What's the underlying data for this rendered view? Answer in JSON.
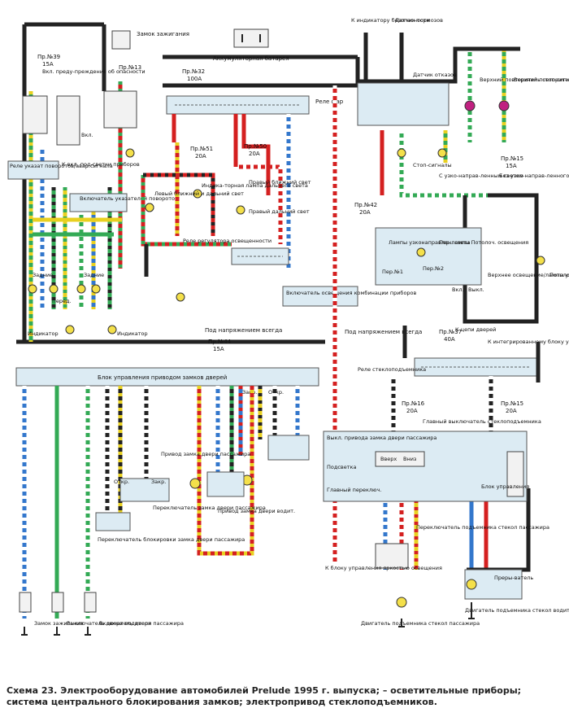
{
  "labels": {
    "ignition": "Замок зажигания",
    "battery": "Аккумуляторная батарея",
    "fuse39": "Пр.№39",
    "fuse39a": "15А",
    "hazard": "Вкл. преду-преждения об опасности",
    "fuse13": "Пр.№13",
    "fuse32": "Пр.№32",
    "fuse32a": "100А",
    "headlight_relay": "Реле фар",
    "to_sensor": "К индикатору безопасности",
    "brake_sensor": "Датчик тормозов",
    "fail_sensor": "Датчик отказов",
    "stop_lights": "Стоп-сигналы",
    "upper_stop1": "Верхний повторитель стоп-сигнала",
    "upper_stop2": "Верхний повторитель стоп-сигнала (крылатый)",
    "fuse51": "Пр.№51",
    "fuse51a": "20А",
    "fuse50": "Пр.№50",
    "fuse50a": "20А",
    "fuse15": "Пр.№15",
    "fuse15a": "15А",
    "with_dim": "С узко-направ-ленным светом",
    "without_dim": "Без узко-направ-ленного света",
    "turn_relay": "Реле указат поворотов/авар.сигнала",
    "to_dash": "К вкл. под-светки приборов",
    "turn_switch": "Включатель указателей поворотов",
    "left_low_high": "Левый ближний и дальний свет",
    "high_indicator": "Индика-торная лампа дальнего света",
    "right_low": "Правый ближний свет",
    "right_high": "Правый дальний свет",
    "fuse42": "Пр.№42",
    "fuse42a": "20А",
    "lamps_dim": "Лампы узконаправлен. света",
    "dome": "Пер.лампы Потолоч. освещения",
    "per1": "Пер.№1",
    "per2": "Пер.№2",
    "vkl": "Вкл.",
    "vykl": "Выкл.",
    "upper_light": "Верхнее освещение/лампы узконаправленного света",
    "ceiling_light": "Потолочное освещение",
    "to_door": "К цепи дверей",
    "light_reg": "Реле регулятора освещенности",
    "comb_switch": "Включатель освещения комбинации приборов",
    "indicator": "Индикатор",
    "rear": "Задние",
    "front": "Перед.",
    "always_on": "Под напряжением всегда",
    "fuse44": "Пр.№44",
    "fuse44a": "15А",
    "to_integrated": "К интегрированному блоку управления",
    "fuse37": "Пр.№37",
    "fuse37a": "40А",
    "window_relay": "Реле стеклоподъемника",
    "door_lock_ctrl": "Блок управления приводом замков дверей",
    "close": "Закр.",
    "open": "Откр.",
    "fuse16": "Пр.№16",
    "fuse16a": "20А",
    "fuse15b": "Пр.№15",
    "fuse15ba": "20А",
    "main_window_sw": "Главный выключатель стеклоподъемника",
    "pass_lock_sw": "Выкл. привода замка двери пассажира",
    "backlight": "Подсветка",
    "up": "Вверх",
    "down": "Вниз",
    "main_switch": "Главный переключ.",
    "control_unit": "Блок управления",
    "pass_lock_act": "Привод замка двери пассажира",
    "drv_lock_act": "Привод замка двери водит.",
    "pass_lock_sw2": "Переключатель замка двери пассажира",
    "pass_block_sw": "Переключатель блокировки замка двери пассажира",
    "ignition_sw": "Замок зажигания",
    "drv_door_sw": "Выключатель двери водителя",
    "pass_door_sw": "Включатель двери пассажира",
    "to_light_ctrl": "К блоку управления яркостью освещения",
    "pass_window_sw": "Переключатель подъемника стекол пассажира",
    "pass_window_motor": "Двигатель подъемника стекол пассажира",
    "drv_window_motor": "Двигатель подъемника стекол водителя",
    "breaker": "Преры-ватель",
    "caption": "Схема 23. Электрооборудование автомобилей Prelude 1995 г. выпуска; – осветительные приборы; система центрального блокирования замков; электропривод стеклоподъемников."
  },
  "colors": {
    "black": "#222222",
    "red": "#d42020",
    "green": "#33aa55",
    "blue": "#3377cc",
    "yellow": "#e8d020",
    "box": "#dcebf3"
  }
}
